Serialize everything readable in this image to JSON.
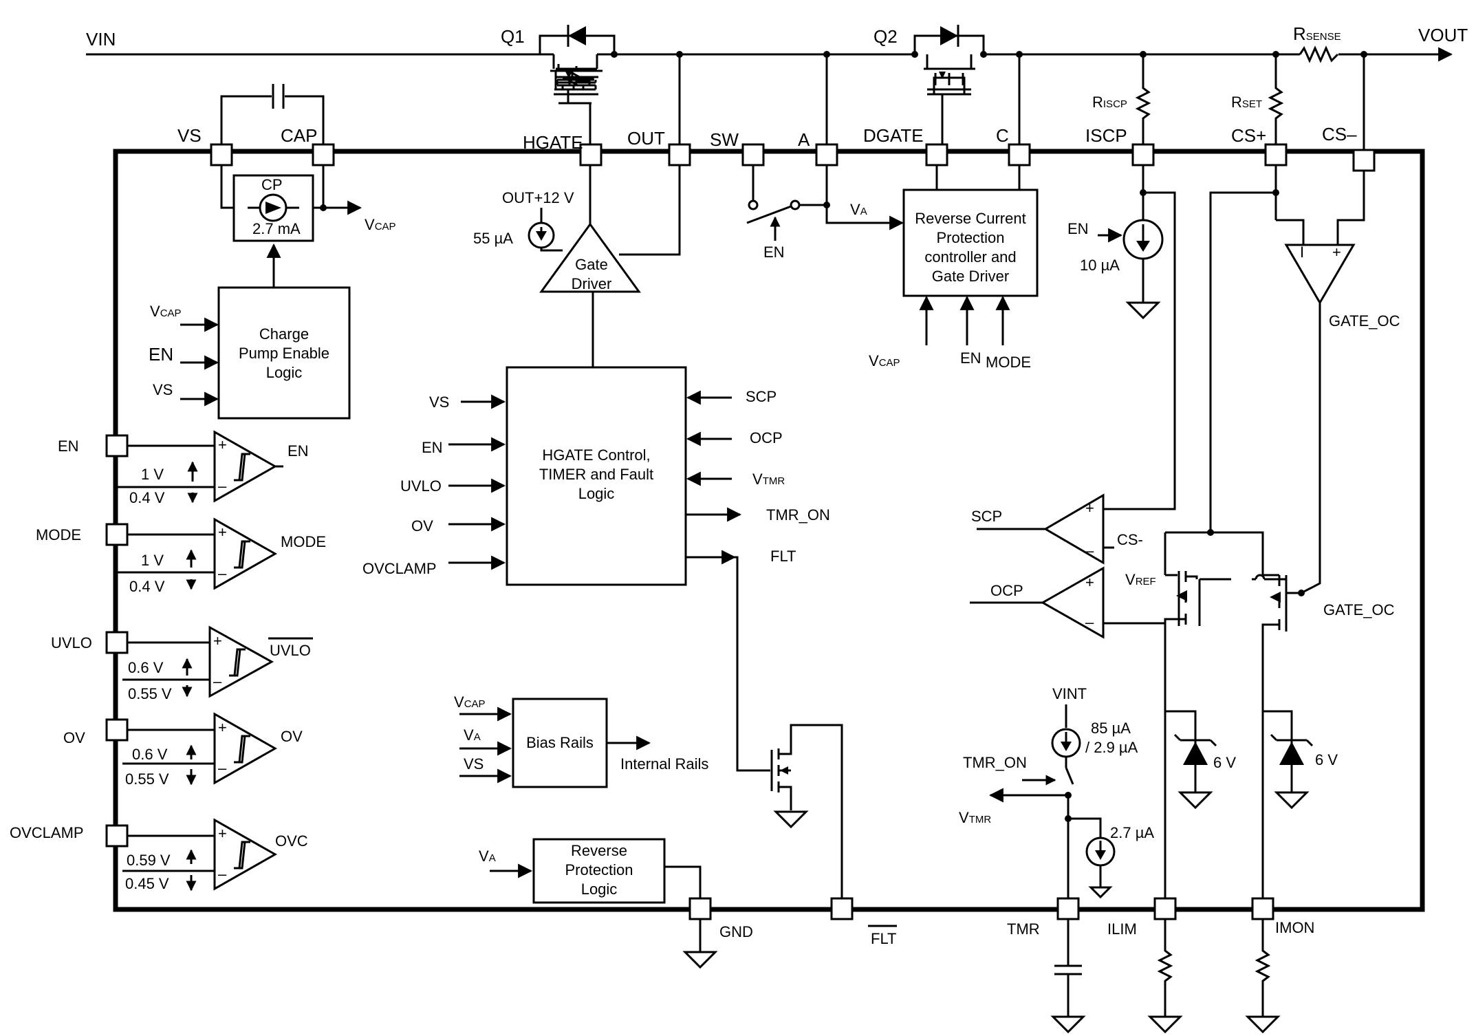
{
  "title": "",
  "nets": {
    "vin": "VIN",
    "vout": "VOUT",
    "q1": "Q1",
    "q2": "Q2",
    "rsense_main": "R",
    "rsense_sub": "SENSE",
    "riscp_main": "R",
    "riscp_sub": "ISCP",
    "rset_main": "R",
    "rset_sub": "SET"
  },
  "pins": {
    "vs": "VS",
    "cap": "CAP",
    "hgate": "HGATE",
    "out": "OUT",
    "sw": "SW",
    "a": "A",
    "dgate": "DGATE",
    "c": "C",
    "iscp": "ISCP",
    "csp": "CS+",
    "csm": "CS–",
    "en": "EN",
    "mode": "MODE",
    "uvlo": "UVLO",
    "ov": "OV",
    "ovclamp": "OVCLAMP",
    "gnd": "GND",
    "flt": "FLT",
    "tmr": "TMR",
    "ilim": "ILIM",
    "imon": "IMON"
  },
  "blocks": {
    "cp_label": "CP",
    "cp_current": "2.7 mA",
    "vcap_out_main": "V",
    "vcap_out_sub": "CAP",
    "charge_pump": [
      "Charge",
      "Pump Enable",
      "Logic"
    ],
    "cp_inputs": {
      "vcap_main": "V",
      "vcap_sub": "CAP",
      "en": "EN",
      "vs": "VS"
    },
    "gate_driver": [
      "Gate",
      "Driver"
    ],
    "out12": "OUT+12 V",
    "i55": "55 µA",
    "sw_en": "EN",
    "va_main": "V",
    "va_sub": "A",
    "rcp": [
      "Reverse Current",
      "Protection",
      "controller and",
      "Gate Driver"
    ],
    "rcp_inputs": {
      "vcap_main": "V",
      "vcap_sub": "CAP",
      "en": "EN",
      "mode": "MODE"
    },
    "hgate_ctrl": [
      "HGATE Control,",
      "TIMER and Fault",
      "Logic"
    ],
    "hgate_left": [
      "VS",
      "EN",
      "UVLO",
      "OV",
      "OVCLAMP"
    ],
    "hgate_right": {
      "scp": "SCP",
      "ocp": "OCP",
      "vtmr_main": "V",
      "vtmr_sub": "TMR",
      "tmr_on": "TMR_ON",
      "flt": "FLT"
    },
    "bias": "Bias Rails",
    "bias_inputs": {
      "vcap_main": "V",
      "vcap_sub": "CAP",
      "va_main": "V",
      "va_sub": "A",
      "vs": "VS"
    },
    "internal_rails": "Internal Rails",
    "rpl": [
      "Reverse",
      "Protection",
      "Logic"
    ],
    "rpl_in_main": "V",
    "rpl_in_sub": "A",
    "iscp_en": "EN",
    "iscp_i": "10 µA",
    "gate_oc": "GATE_OC",
    "scp": "SCP",
    "csm_short": "CS-",
    "ocp": "OCP",
    "vref_main": "V",
    "vref_sub": "REF",
    "gate_oc2": "GATE_OC",
    "zener1": "6 V",
    "zener2": "6 V",
    "vint": "VINT",
    "i85": "85 µA",
    "i29": "/ 2.9 µA",
    "tmr_on": "TMR_ON",
    "vtmr_main": "V",
    "vtmr_sub": "TMR",
    "i27": "2.7 µA"
  },
  "comparators": [
    {
      "out": "EN",
      "vh": "1 V",
      "vl": "0.4 V"
    },
    {
      "out": "MODE",
      "vh": "1 V",
      "vl": "0.4 V"
    },
    {
      "out": "UVLO",
      "vh": "0.6 V",
      "vl": "0.55 V"
    },
    {
      "out": "OV",
      "vh": "0.6 V",
      "vl": "0.55 V"
    },
    {
      "out": "OVC",
      "vh": "0.59 V",
      "vl": "0.45 V"
    }
  ]
}
